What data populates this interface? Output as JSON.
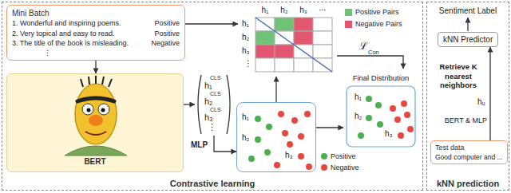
{
  "diagram": {
    "nodes": [
      {
        "text": [
          "Contrastive learning"
        ]
      },
      {
        "text": [
          "kNN prediction"
        ]
      },
      {
        "text": [
          "Mini Batch",
          "1. Wonderful and inspiring poems.",
          "Positive",
          "2. Very topical and easy to read.",
          "Positive",
          "3. The title of the book is misleading.",
          "Negative",
          "⋮"
        ],
        "in": 0
      },
      {
        "text": [
          "BERT"
        ],
        "in": 0
      },
      {
        "text": [
          "h₁",
          "CLS",
          "h₂",
          "CLS",
          "h₃",
          "CLS",
          "⋮"
        ],
        "in": 0
      },
      {
        "text": [
          "h₁",
          "h₂",
          "h₃",
          "⋯",
          "h₁",
          "h₂",
          "h₃",
          "⋮"
        ],
        "in": 0
      },
      {
        "text": [
          "h₁",
          "h₂",
          "h₃"
        ],
        "in": 0
      },
      {
        "text": [
          "Final Distribution",
          "h₁",
          "h₂",
          "h₃"
        ],
        "in": 0
      },
      {
        "text": [
          "kNN Predictor"
        ],
        "in": 1
      },
      {
        "text": [
          "Test data",
          "Good computer and ..."
        ],
        "in": 1
      }
    ],
    "edges": [
      {
        "from": 2,
        "to": 3,
        "arrow": "to"
      },
      {
        "from": 2,
        "to": 5,
        "arrow": "to"
      },
      {
        "from": 3,
        "to": 4,
        "arrow": "to"
      },
      {
        "from": 4,
        "to": 6,
        "label": "MLP",
        "arrow": "to"
      },
      {
        "from": 6,
        "to": 5,
        "arrow": "to"
      },
      {
        "from": 5,
        "to": 7,
        "arrow": "to"
      },
      {
        "from": 6,
        "to": 7,
        "arrow": "to"
      },
      {
        "from": 9,
        "to": 8,
        "arrow": "to"
      }
    ],
    "labels": [
      "ℒ",
      "Con",
      "Sentiment Label",
      "Retrieve K nearest neighbors",
      "hᵤ",
      "BERT & MLP"
    ],
    "legend": [
      {
        "text": "Positive Pairs",
        "color": "#70c276"
      },
      {
        "text": "Negative Pairs",
        "color": "#e2566f"
      },
      {
        "text": "Positive",
        "color": "#4caf50"
      },
      {
        "text": "Negative",
        "color": "#e8473f"
      }
    ]
  }
}
